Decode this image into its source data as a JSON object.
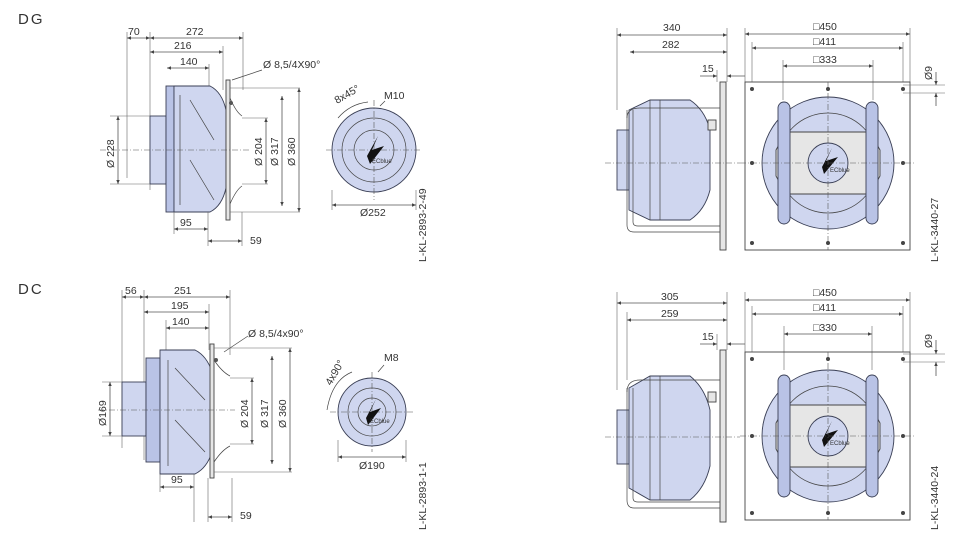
{
  "sections": [
    {
      "title": "DG",
      "side": {
        "d1": "70",
        "d2": "272",
        "d3": "216",
        "d4": "140",
        "holes": "Ø 8,5/4X90°",
        "dia_hub": "Ø 228",
        "dia_a": "Ø 204",
        "dia_b": "Ø 317",
        "dia_c": "Ø 360",
        "d_low": "95",
        "d_right": "59"
      },
      "front": {
        "angle": "8x45°",
        "thread": "M10",
        "brand": "ECblue",
        "dia": "Ø252",
        "code": "L-KL-2893-2-49"
      },
      "frame_side": {
        "d1": "340",
        "d2": "282",
        "d3": "15"
      },
      "frame_front": {
        "sq1": "□450",
        "sq2": "□411",
        "sq3": "□333",
        "hole": "Ø9",
        "brand": "ECblue",
        "code": "L-KL-3440-27"
      }
    },
    {
      "title": "DC",
      "side": {
        "d1": "56",
        "d2": "251",
        "d3": "195",
        "d4": "140",
        "holes": "Ø 8,5/4x90°",
        "dia_hub": "Ø169",
        "dia_a": "Ø 204",
        "dia_b": "Ø 317",
        "dia_c": "Ø 360",
        "d_low": "95",
        "d_right": "59"
      },
      "front": {
        "angle": "4x90°",
        "thread": "M8",
        "brand": "ECblue",
        "dia": "Ø190",
        "code": "L-KL-2893-1-1"
      },
      "frame_side": {
        "d1": "305",
        "d2": "259",
        "d3": "15"
      },
      "frame_front": {
        "sq1": "□450",
        "sq2": "□411",
        "sq3": "□330",
        "hole": "Ø9",
        "brand": "ECblue",
        "code": "L-KL-3440-24"
      }
    }
  ]
}
